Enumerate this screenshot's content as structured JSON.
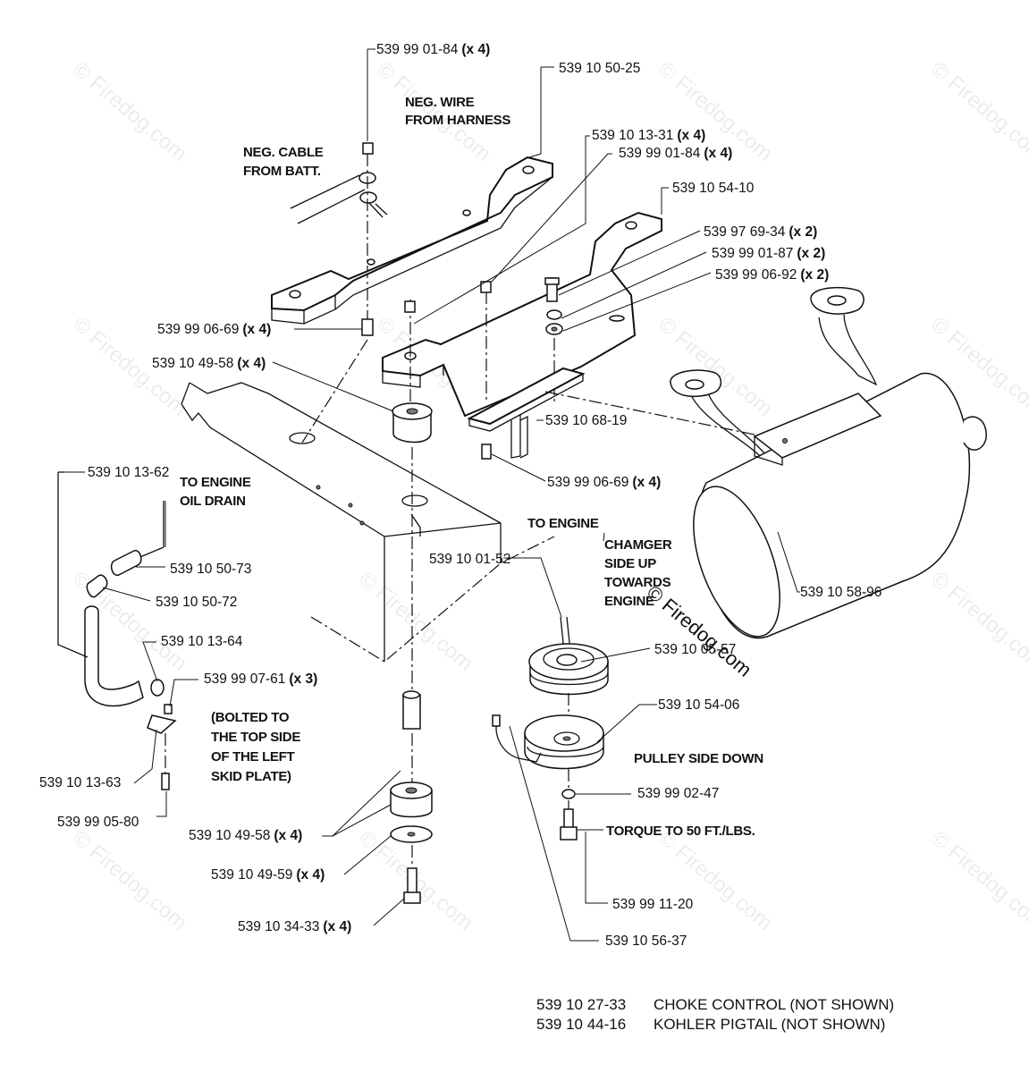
{
  "labels": {
    "p_539990184_top": {
      "part": "539 99 01-84",
      "qty": "(x 4)"
    },
    "p_539105025": {
      "part": "539 10 50-25"
    },
    "p_539101331": {
      "part": "539 10 13-31",
      "qty": "(x 4)"
    },
    "p_539990184_mid": {
      "part": "539 99 01-84",
      "qty": "(x 4)"
    },
    "p_539105410": {
      "part": "539 10 54-10"
    },
    "p_539976934": {
      "part": "539 97 69-34",
      "qty": "(x 2)"
    },
    "p_539990187": {
      "part": "539 99 01-87",
      "qty": "(x 2)"
    },
    "p_539990692": {
      "part": "539 99 06-92",
      "qty": "(x 2)"
    },
    "p_539990669_left": {
      "part": "539 99 06-69",
      "qty": "(x 4)"
    },
    "p_539104958_top": {
      "part": "539 10 49-58",
      "qty": "(x 4)"
    },
    "p_539106819": {
      "part": "539 10 68-19"
    },
    "p_539990669_right": {
      "part": "539 99 06-69",
      "qty": "(x 4)"
    },
    "p_539101362": {
      "part": "539 10 13-62"
    },
    "p_539105073": {
      "part": "539 10 50-73"
    },
    "p_539105072": {
      "part": "539 10 50-72"
    },
    "p_539101364": {
      "part": "539 10 13-64"
    },
    "p_539990761": {
      "part": "539 99 07-61",
      "qty": "(x 3)"
    },
    "p_539101363": {
      "part": "539 10 13-63"
    },
    "p_539990580": {
      "part": "539 99 05-80"
    },
    "p_539104958_bot": {
      "part": "539 10 49-58",
      "qty": "(x 4)"
    },
    "p_539104959": {
      "part": "539 10 49-59",
      "qty": "(x 4)"
    },
    "p_539103433": {
      "part": "539 10 34-33",
      "qty": "(x 4)"
    },
    "p_539100152": {
      "part": "539 10 01-52"
    },
    "p_539100557": {
      "part": "539 10 05-57"
    },
    "p_539105406": {
      "part": "539 10 54-06"
    },
    "p_539990247": {
      "part": "539 99 02-47"
    },
    "p_539991120": {
      "part": "539 99 11-20"
    },
    "p_539105637": {
      "part": "539 10 56-37"
    },
    "p_539105896": {
      "part": "539 10 58-96"
    }
  },
  "notes": {
    "neg_wire": [
      "NEG. WIRE",
      "FROM HARNESS"
    ],
    "neg_cable": [
      "NEG. CABLE",
      "FROM BATT."
    ],
    "to_engine_oil": [
      "TO ENGINE",
      "OIL DRAIN"
    ],
    "to_engine": "TO ENGINE",
    "changer": [
      "CHAMGER",
      "SIDE UP",
      "TOWARDS",
      "ENGINE"
    ],
    "bolted": [
      "(BOLTED TO",
      "THE TOP SIDE",
      "OF THE LEFT",
      "SKID PLATE)"
    ],
    "pulley_side": "PULLEY SIDE DOWN",
    "torque": "TORQUE TO 50 FT./LBS."
  },
  "footer": [
    {
      "part": "539 10 27-33",
      "desc": "CHOKE CONTROL (NOT SHOWN)"
    },
    {
      "part": "539 10 44-16",
      "desc": "KOHLER PIGTAIL (NOT SHOWN)"
    }
  ],
  "watermark": "© Firedog.com"
}
